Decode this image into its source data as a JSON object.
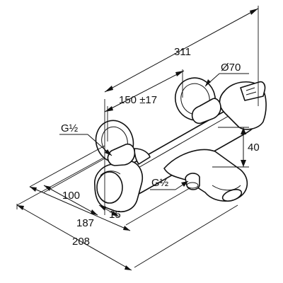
{
  "dimensions": {
    "overall_width": "311",
    "rosette_diameter": "Ø70",
    "centre_distance": "150 ±17",
    "connection_left": "G½",
    "connection_outlet": "G½",
    "height_outlet": "40",
    "wall_to_body": "100",
    "wall_to_outlet": "187",
    "offset_small": "15",
    "wall_to_front": "208"
  },
  "colors": {
    "line": "#111111",
    "background": "#ffffff"
  }
}
